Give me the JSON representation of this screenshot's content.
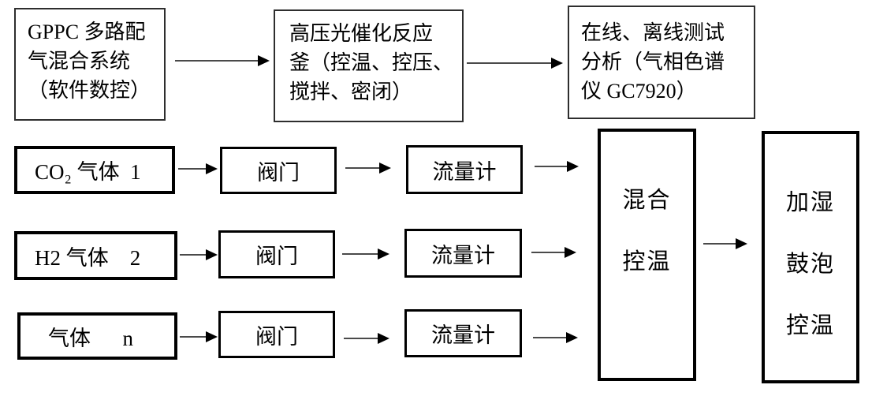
{
  "top_row": {
    "gppc_system": {
      "lines": [
        "GPPC 多路配",
        "气混合系统",
        "（软件数控）"
      ]
    },
    "reactor": {
      "lines": [
        "高压光催化反应",
        "釜（控温、控压、",
        "搅拌、密闭）"
      ]
    },
    "analysis": {
      "lines": [
        "在线、离线测试",
        "分析（气相色谱",
        "仪 GC7920）"
      ]
    }
  },
  "gas_rows": [
    {
      "source": "CO₂ 气体  1",
      "valve": "阀门",
      "flowmeter": "流量计"
    },
    {
      "source": "H2 气体    2",
      "valve": "阀门",
      "flowmeter": "流量计"
    },
    {
      "source": "气体      n",
      "valve": "阀门",
      "flowmeter": "流量计"
    }
  ],
  "mixing": {
    "lines": [
      "混合",
      "控温"
    ]
  },
  "humidifier": {
    "lines": [
      "加湿",
      "鼓泡",
      "控温"
    ]
  },
  "colors": {
    "border": "#000000",
    "thin_border": "#2e2e2e",
    "arrow_line": "#4a4a4a",
    "arrow_head": "#000000",
    "background": "#ffffff",
    "text": "#000000"
  }
}
